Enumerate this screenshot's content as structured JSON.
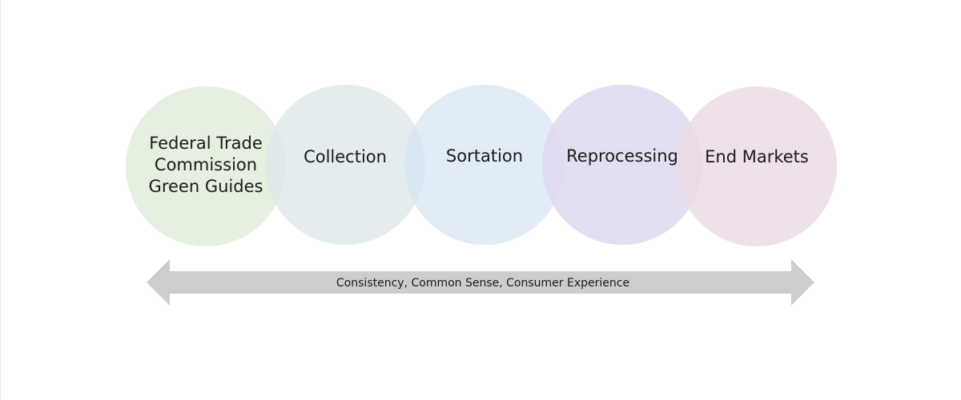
{
  "stages": [
    {
      "label_lines": [
        "Federal Trade",
        "Commission",
        "Green Guides"
      ],
      "color": "#e2edda"
    },
    {
      "label": "Collection",
      "color": "#dee7ea"
    },
    {
      "label": "Sortation",
      "color": "#d6e4f4"
    },
    {
      "label": "Reprocessing",
      "color": "#ded8ee"
    },
    {
      "label": "End Markets",
      "color": "#ecdae4"
    }
  ],
  "arrow": {
    "caption": "Consistency, Common Sense, Consumer Experience",
    "color": "#cdcdcd"
  }
}
